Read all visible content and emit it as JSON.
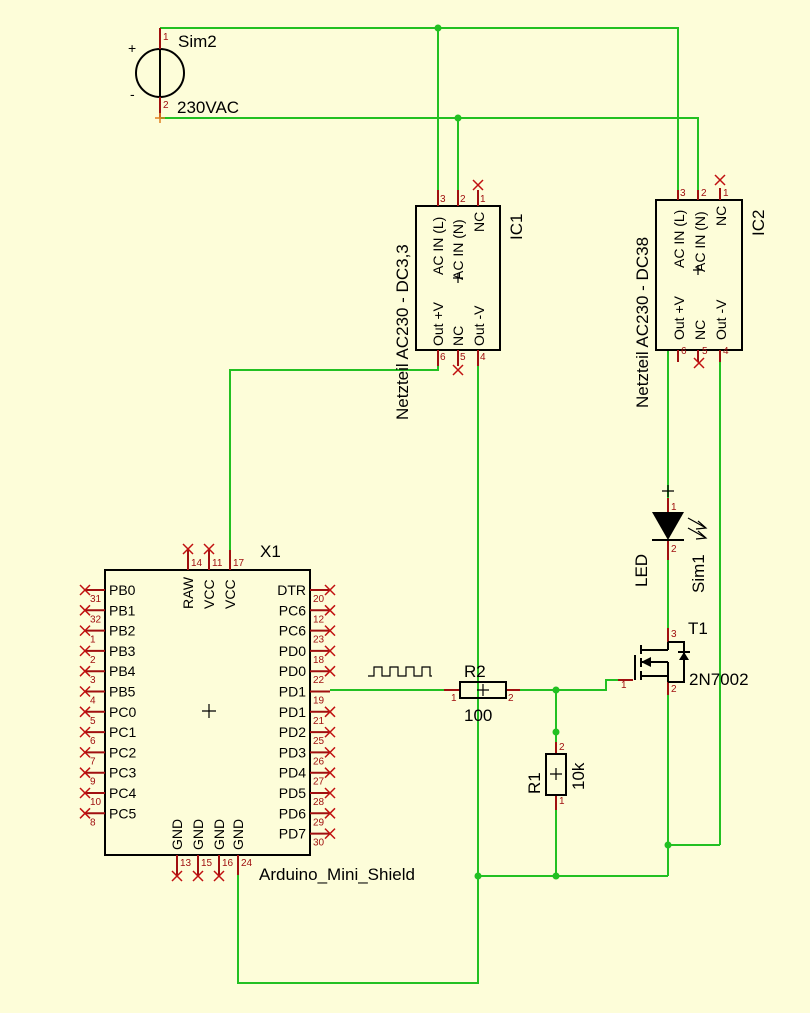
{
  "source": {
    "name": "Sim2",
    "value": "230VAC",
    "plus": "+",
    "minus": "-",
    "pin1": "1",
    "pin2": "2"
  },
  "ic1": {
    "name": "IC1",
    "value": "Netzteil AC230 - DC3,3",
    "pins_top": [
      "AC IN (L)",
      "AC IN (N)",
      "NC"
    ],
    "pins_top_nums": [
      "3",
      "2",
      "1"
    ],
    "pins_bottom": [
      "Out +V",
      "NC",
      "Out -V"
    ],
    "pins_bottom_nums": [
      "6",
      "5",
      "4"
    ]
  },
  "ic2": {
    "name": "IC2",
    "value": "Netzteil AC230 - DC38",
    "pins_top": [
      "AC IN (L)",
      "AC IN (N)",
      "NC"
    ],
    "pins_top_nums": [
      "3",
      "2",
      "1"
    ],
    "pins_bottom": [
      "Out +V",
      "NC",
      "Out -V"
    ],
    "pins_bottom_nums": [
      "6",
      "5",
      "4"
    ]
  },
  "x1": {
    "name": "X1",
    "value": "Arduino_Mini_Shield",
    "top_pins": [
      "RAW",
      "VCC",
      "VCC"
    ],
    "top_nums": [
      "14",
      "11",
      "17"
    ],
    "left_pins": [
      "PB0",
      "PB1",
      "PB2",
      "PB3",
      "PB4",
      "PB5",
      "PC0",
      "PC1",
      "PC2",
      "PC3",
      "PC4",
      "PC5"
    ],
    "left_nums": [
      "31",
      "32",
      "1",
      "2",
      "3",
      "4",
      "5",
      "6",
      "7",
      "9",
      "10",
      "8"
    ],
    "right_pins": [
      "DTR",
      "PC6",
      "PC6",
      "PD0",
      "PD0",
      "PD1",
      "PD1",
      "PD2",
      "PD3",
      "PD4",
      "PD5",
      "PD6",
      "PD7"
    ],
    "right_nums": [
      "20",
      "12",
      "23",
      "18",
      "22",
      "19",
      "21",
      "25",
      "26",
      "27",
      "28",
      "29",
      "30"
    ],
    "bottom_pins": [
      "GND",
      "GND",
      "GND",
      "GND"
    ],
    "bottom_nums": [
      "13",
      "15",
      "16",
      "24"
    ]
  },
  "r2": {
    "name": "R2",
    "value": "100",
    "pin1": "1",
    "pin2": "2"
  },
  "r1": {
    "name": "R1",
    "value": "10k",
    "pin1": "1",
    "pin2": "2"
  },
  "t1": {
    "name": "T1",
    "value": "2N7002",
    "pin1": "1",
    "pin2": "2",
    "pin3": "3"
  },
  "led": {
    "name": "LED",
    "value": "Sim1",
    "pin1": "1",
    "pin2": "2"
  },
  "colors": {
    "background": "#fdfdd9",
    "wire": "#22c022",
    "pin": "#a01010",
    "body": "#000000"
  }
}
